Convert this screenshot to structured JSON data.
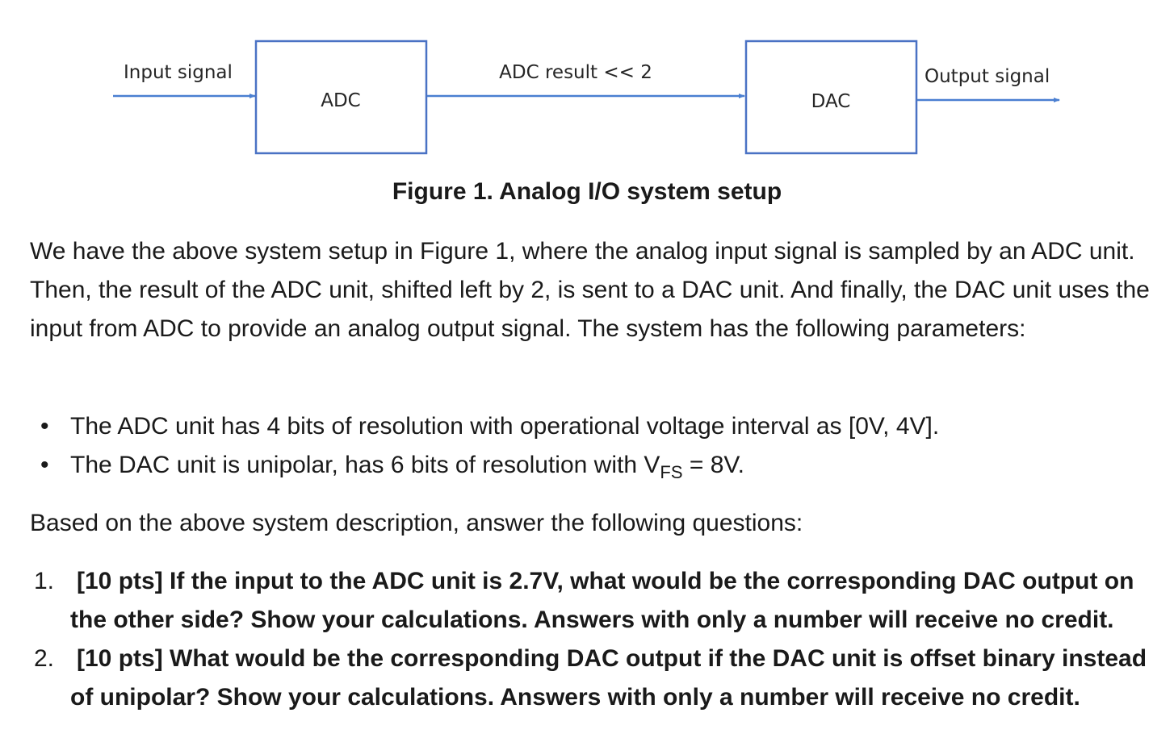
{
  "diagram": {
    "input_label": "Input signal",
    "adc_label": "ADC",
    "middle_label": "ADC result << 2",
    "dac_label": "DAC",
    "output_label": "Output signal",
    "box_border_color": "#4a72c4",
    "arrow_color": "#4a7fd1"
  },
  "caption": "Figure 1. Analog I/O system setup",
  "intro": "We have the above system setup in Figure 1, where the analog input signal is sampled by an ADC unit. Then, the result of the ADC unit, shifted left by 2, is sent to a DAC unit. And finally, the DAC unit uses the input from ADC to provide an analog output signal. The system has the following parameters:",
  "parameters": [
    {
      "text": "The ADC unit has 4 bits of resolution with operational voltage interval as [0V, 4V]."
    },
    {
      "text_before": "The DAC unit is unipolar, has 6 bits of resolution with V",
      "subscript": "FS",
      "text_after": " = 8V."
    }
  ],
  "based_on": "Based on the above system description, answer the following questions:",
  "questions": [
    {
      "number": "1.",
      "points": "[10 pts]",
      "text": "If the input to the ADC unit is 2.7V, what would be the corresponding DAC output on the other side? Show your calculations. Answers with only a number will receive no credit."
    },
    {
      "number": "2.",
      "points": "[10 pts]",
      "text": "What would be the corresponding DAC output if the DAC unit is offset binary instead of unipolar? Show your calculations. Answers with only a number will receive no credit."
    }
  ]
}
